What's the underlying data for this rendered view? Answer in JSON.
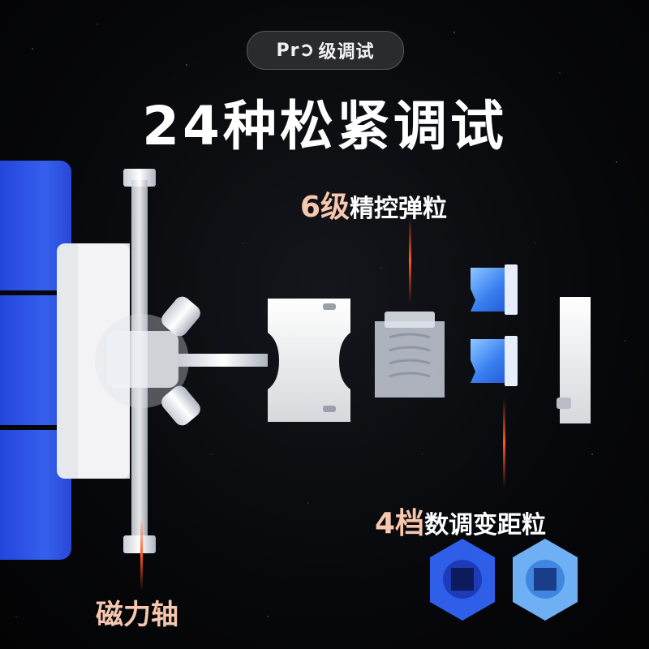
{
  "badge": {
    "prefix": "Pr",
    "text": "级调试"
  },
  "headline": "24种松紧调试",
  "labels": {
    "pellet": {
      "num": "6级",
      "rest": "精控弹粒"
    },
    "distance": {
      "num": "4档",
      "rest": "数调变距粒"
    },
    "axis": "磁力轴"
  },
  "colors": {
    "accent": "#f7c7ae",
    "cube_blue": "#2f56e0",
    "laser": "#ff4a1a",
    "spring_blue": "#3a7ff0"
  }
}
